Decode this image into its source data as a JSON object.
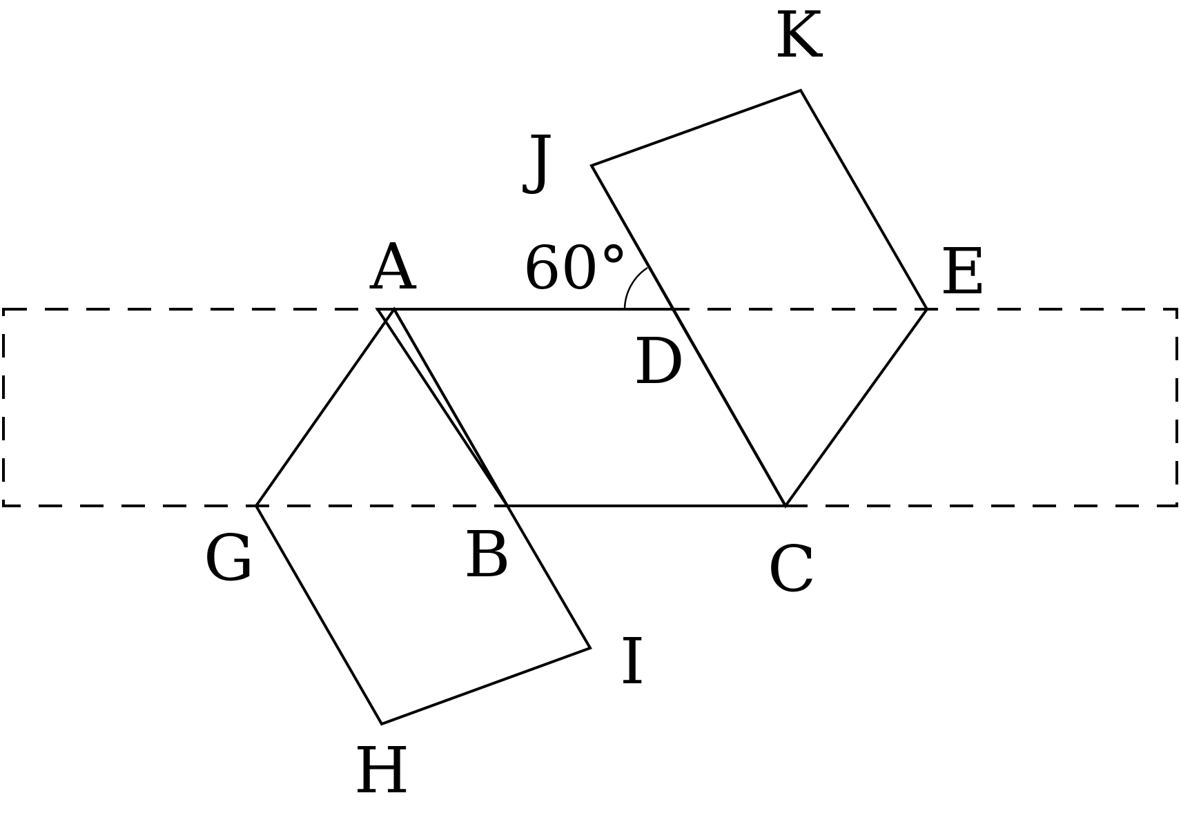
{
  "diagram": {
    "colors": {
      "parallelogram_fill": "#fcdfd9",
      "square_fill": "#facac3",
      "stroke": "#000000",
      "background": "#ffffff"
    },
    "labels": {
      "A": "A",
      "B": "B",
      "C": "C",
      "D": "D",
      "E": "E",
      "G": "G",
      "H": "H",
      "I": "I",
      "J": "J",
      "K": "K"
    },
    "angle": "60°"
  }
}
